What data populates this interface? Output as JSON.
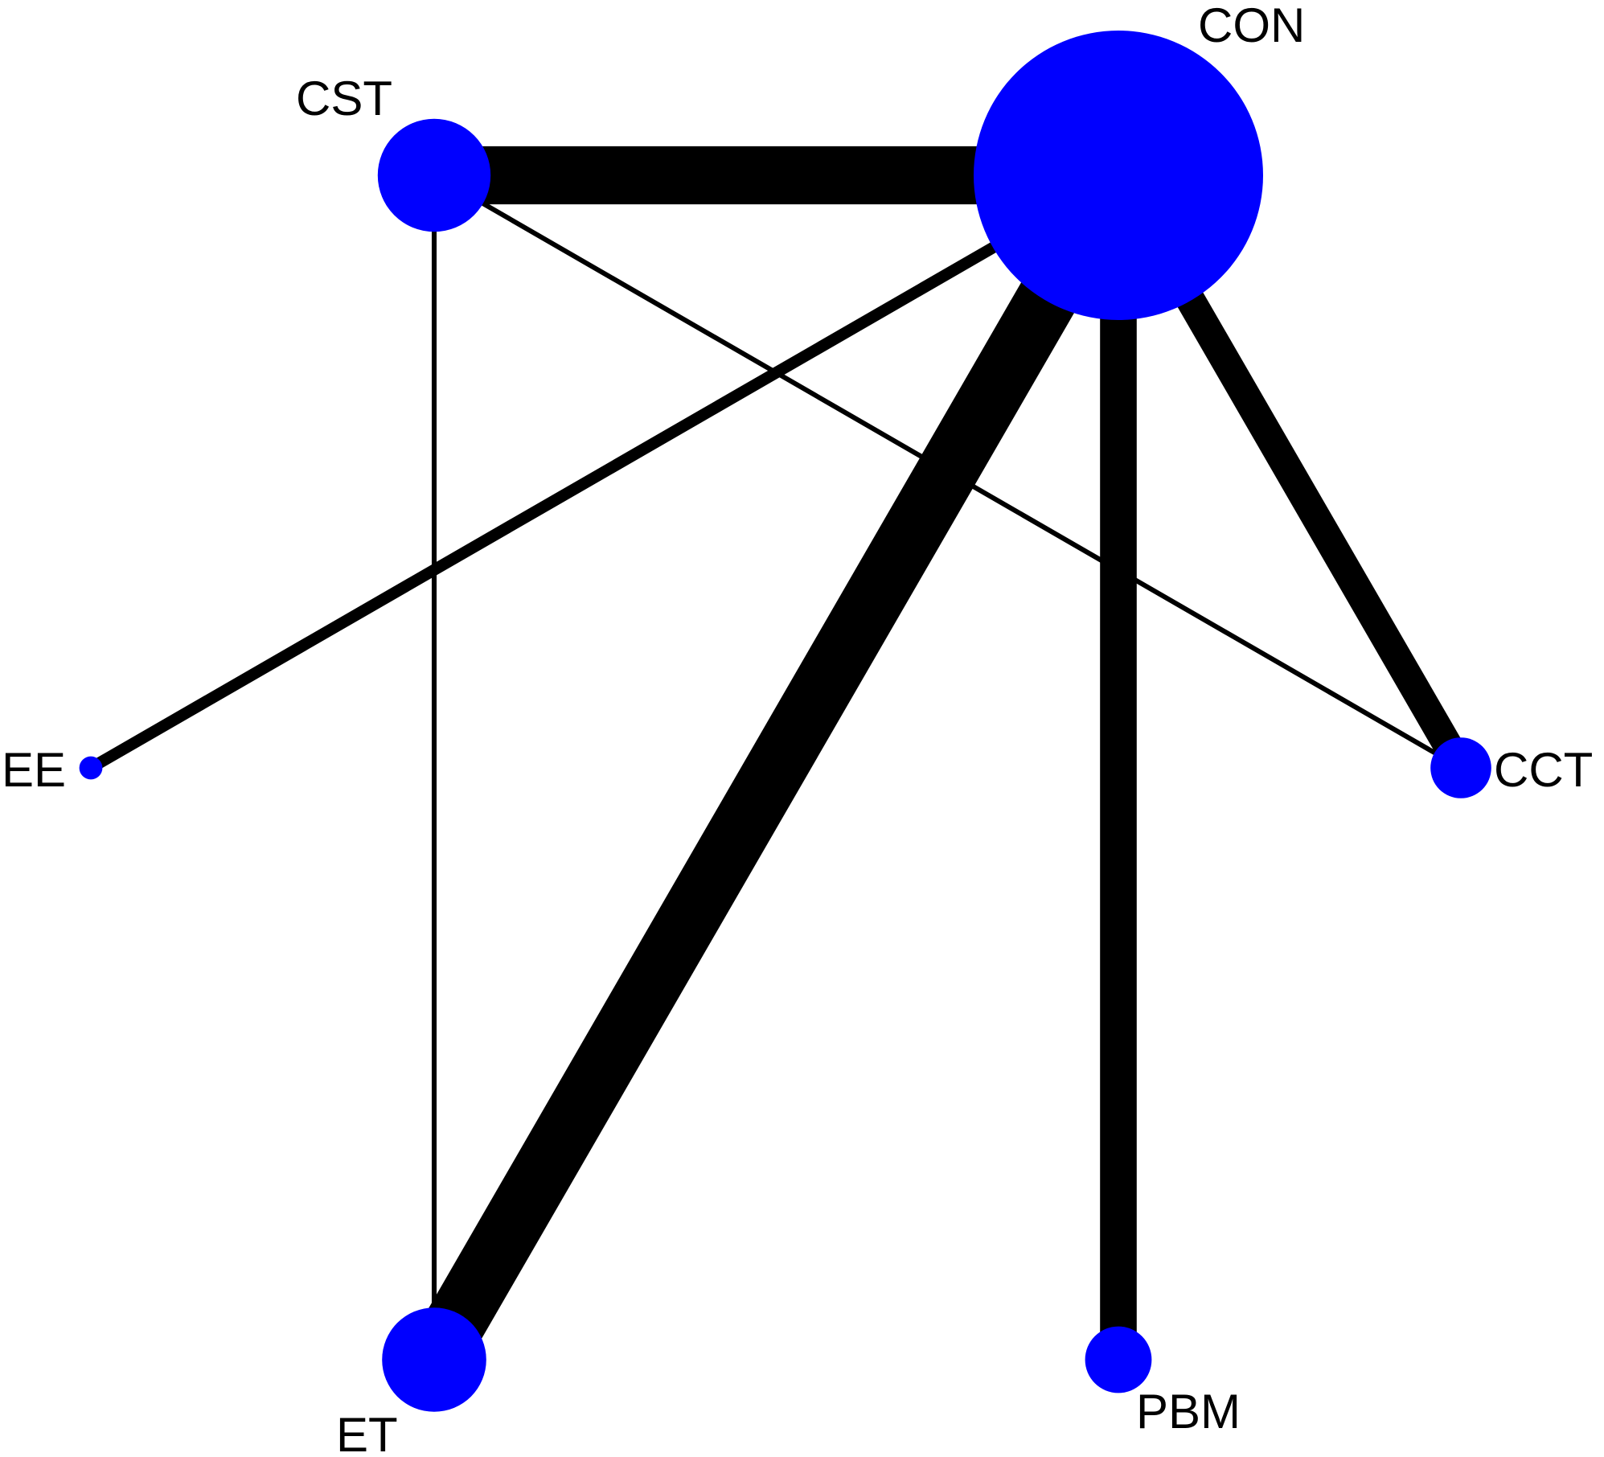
{
  "diagram": {
    "type": "network-graph",
    "node_color": "#0000ff",
    "edge_color": "#000000",
    "label_color": "#000000",
    "background": "#ffffff",
    "nodes": [
      {
        "id": "CON",
        "label": "CON",
        "relative_size": 1.0
      },
      {
        "id": "CST",
        "label": "CST",
        "relative_size": 0.39
      },
      {
        "id": "EE",
        "label": "EE",
        "relative_size": 0.08
      },
      {
        "id": "CCT",
        "label": "CCT",
        "relative_size": 0.21
      },
      {
        "id": "ET",
        "label": "ET",
        "relative_size": 0.36
      },
      {
        "id": "PBM",
        "label": "PBM",
        "relative_size": 0.23
      }
    ],
    "edges": [
      {
        "source": "CST",
        "target": "CON",
        "relative_weight": 0.95
      },
      {
        "source": "ET",
        "target": "CON",
        "relative_weight": 1.0
      },
      {
        "source": "PBM",
        "target": "CON",
        "relative_weight": 0.6
      },
      {
        "source": "CCT",
        "target": "CON",
        "relative_weight": 0.48
      },
      {
        "source": "EE",
        "target": "CON",
        "relative_weight": 0.19
      },
      {
        "source": "CST",
        "target": "CCT",
        "relative_weight": 0.08
      },
      {
        "source": "CST",
        "target": "ET",
        "relative_weight": 0.08
      }
    ]
  }
}
